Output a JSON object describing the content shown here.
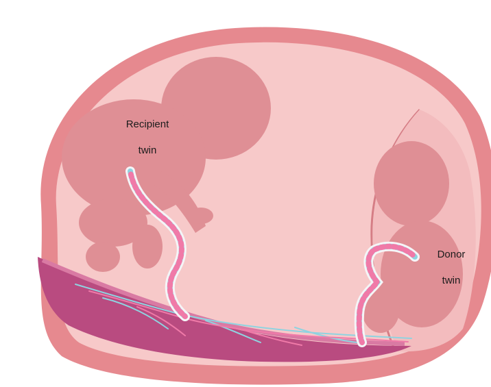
{
  "labels": {
    "recipient": {
      "line1": "Recipient",
      "line2": "twin"
    },
    "donor": {
      "line1": "Donor",
      "line2": "twin"
    }
  },
  "colors": {
    "uterus_wall": "#e6898f",
    "uterus_inner": "#f7c9c9",
    "fetus": "#df8f95",
    "placenta": "#b94b80",
    "vessel_vein": "#8fd3e0",
    "vessel_artery": "#f07aa8"
  }
}
